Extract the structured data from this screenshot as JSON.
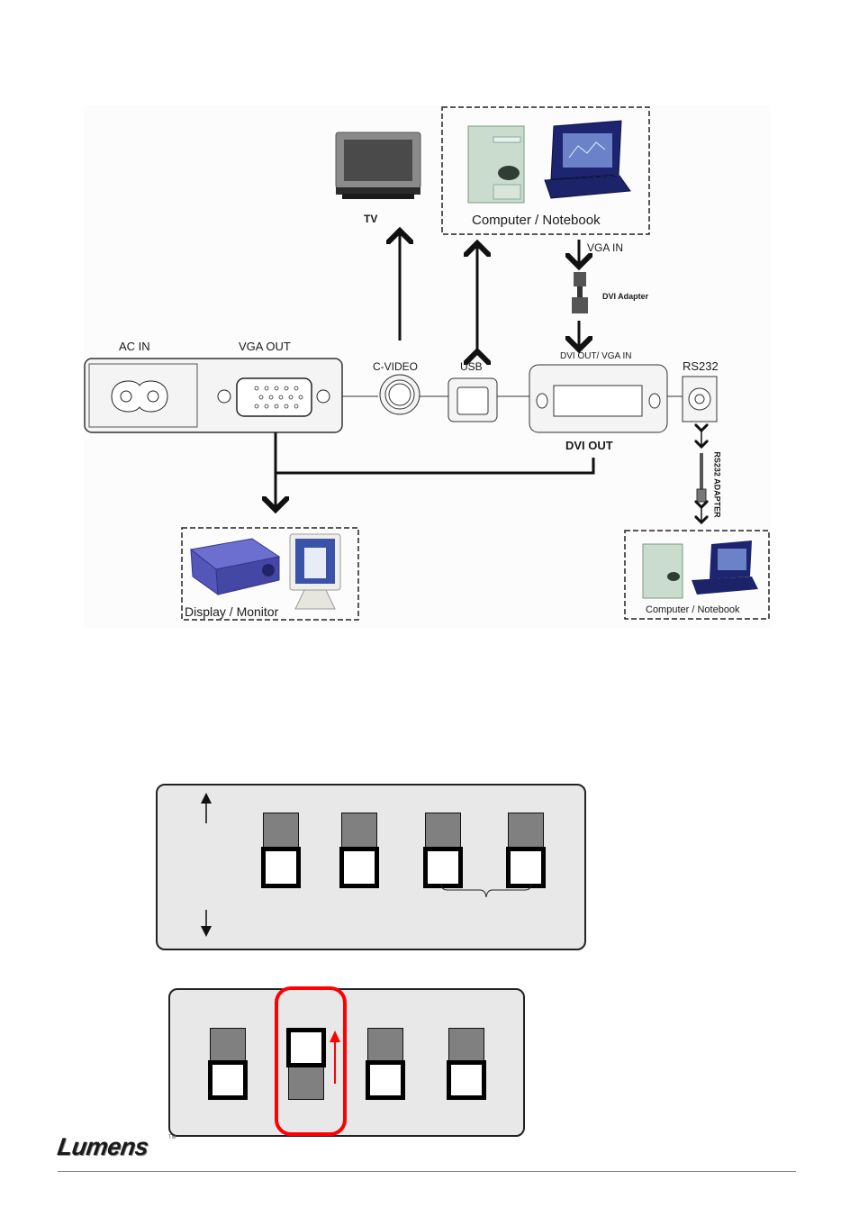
{
  "connection_diagram": {
    "devices": {
      "tv": {
        "label": "TV"
      },
      "computer_top": {
        "label": "Computer / Notebook"
      },
      "display": {
        "label": "Display / Monitor"
      },
      "computer_bottom": {
        "label": "Computer / Notebook"
      }
    },
    "ports": {
      "ac_in": "AC   IN",
      "vga_out": "VGA   OUT",
      "c_video": "C-VIDEO",
      "usb": "USB",
      "dvi_out_vga_in": "DVI OUT/ VGA IN",
      "rs232": "RS232",
      "dvi_out": "DVI OUT"
    },
    "annotations": {
      "vga_in": "VGA IN",
      "dvi_adapter": "DVI Adapter",
      "rs232_adapter": "RS232 ADAPTER"
    }
  },
  "dip_switch_legend": {
    "switches": [
      {
        "index": 1,
        "position": "down"
      },
      {
        "index": 2,
        "position": "down"
      },
      {
        "index": 3,
        "position": "down"
      },
      {
        "index": 4,
        "position": "down"
      }
    ],
    "up_arrow": "arrow-up-icon",
    "down_arrow": "arrow-down-icon",
    "bracket_groups": [
      [
        3,
        4
      ]
    ]
  },
  "dip_switch_setting": {
    "switches": [
      {
        "index": 1,
        "position": "down"
      },
      {
        "index": 2,
        "position": "up",
        "highlighted": true
      },
      {
        "index": 3,
        "position": "down"
      },
      {
        "index": 4,
        "position": "down"
      }
    ],
    "highlight_color": "#ff0000"
  },
  "footer": {
    "brand": "Lumens",
    "trademark": "TM"
  }
}
